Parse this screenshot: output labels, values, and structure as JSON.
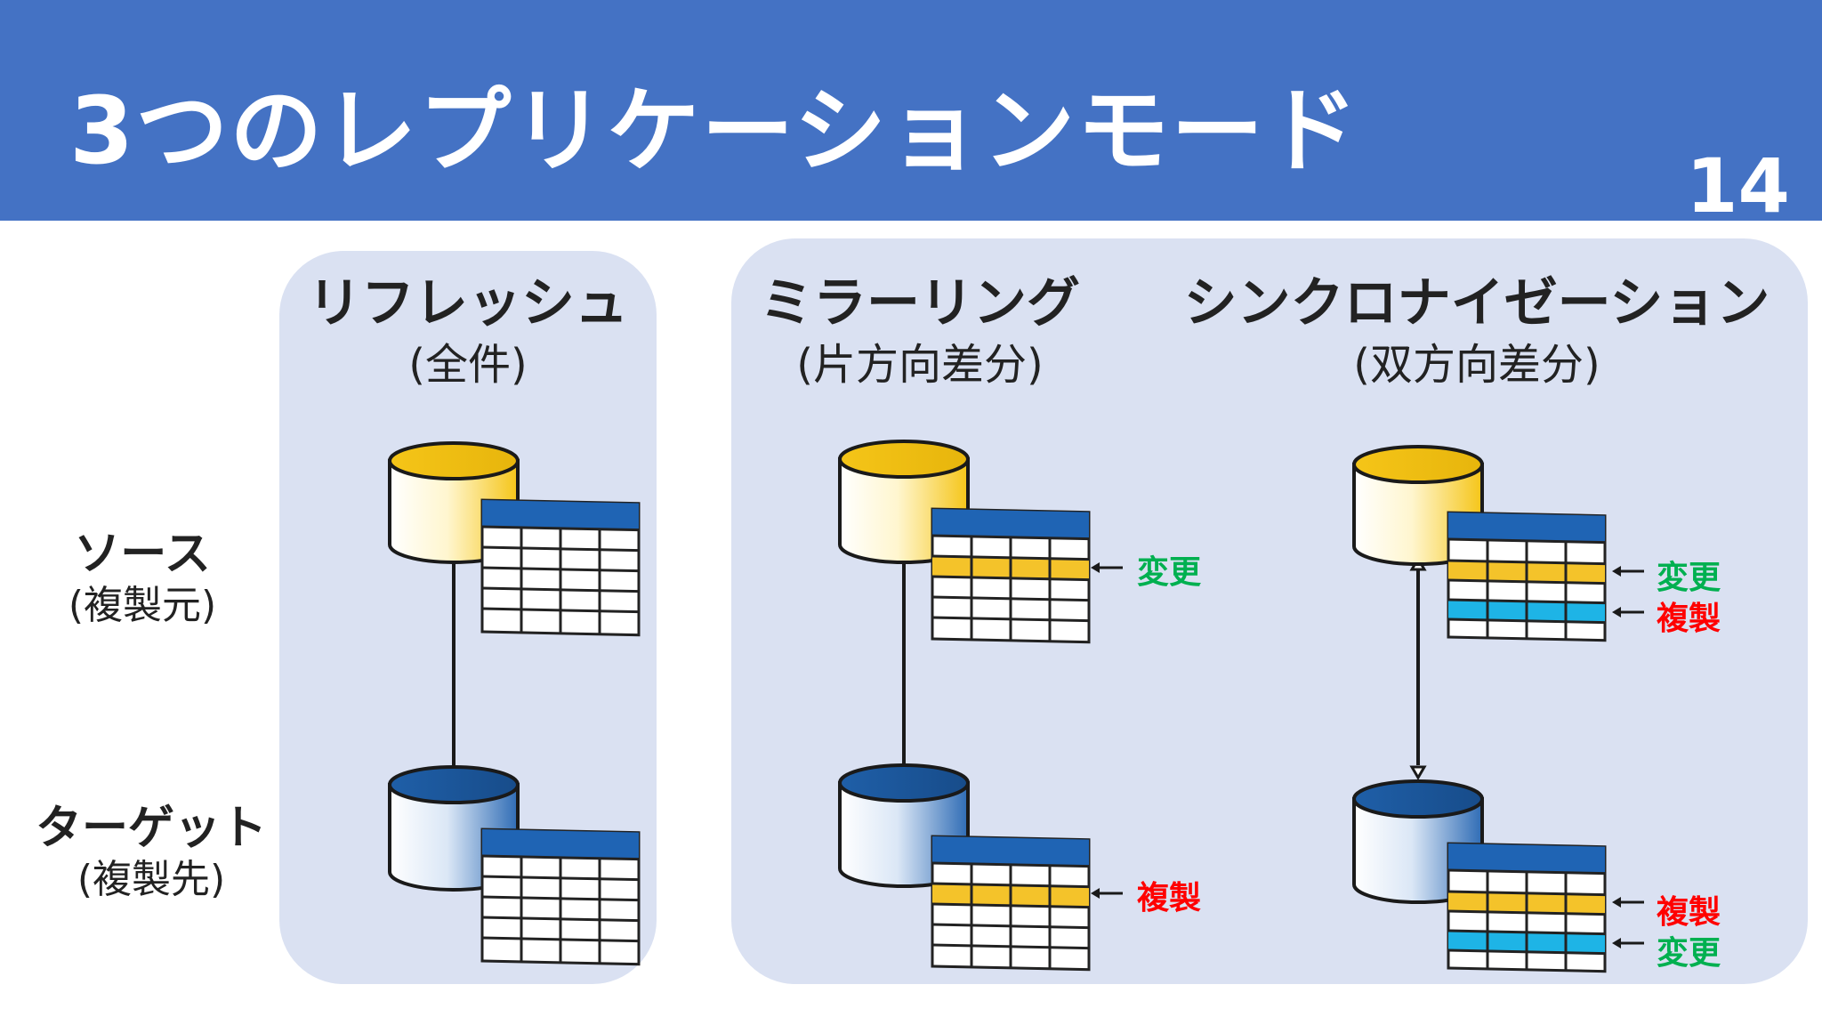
{
  "slide": {
    "title": "3つのレプリケーションモード",
    "page_number": "14"
  },
  "rows": {
    "source": {
      "label": "ソース",
      "sub": "(複製元)"
    },
    "target": {
      "label": "ターゲット",
      "sub": "(複製先)"
    }
  },
  "modes": [
    {
      "title": "リフレッシュ",
      "sub": "(全件)"
    },
    {
      "title": "ミラーリング",
      "sub": "(片方向差分)"
    },
    {
      "title": "シンクロナイゼーション",
      "sub": "(双方向差分)"
    }
  ],
  "labels": {
    "mirror_source": "変更",
    "mirror_target": "複製",
    "sync_source_1": "変更",
    "sync_source_2": "複製",
    "sync_target_1": "複製",
    "sync_target_2": "変更"
  },
  "colors": {
    "header": "#4472c4",
    "panel": "#dae1f2",
    "table_header": "#1f64b4",
    "row_yellow": "#f4c32a",
    "row_cyan": "#1eb4e6",
    "change_label": "#00b050",
    "copy_label": "#ff0000",
    "db_source": "#f5c518",
    "db_target": "#1f5fa8"
  }
}
